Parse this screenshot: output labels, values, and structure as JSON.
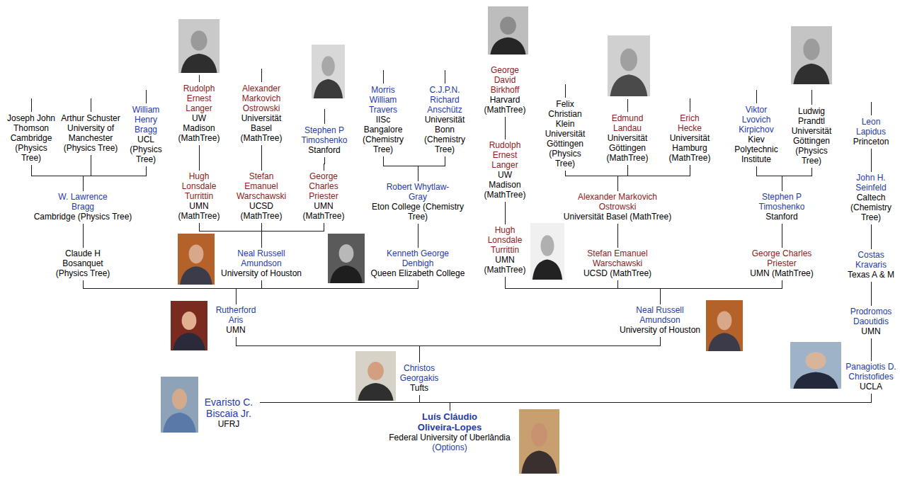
{
  "diagram": {
    "nodes": [
      {
        "text": [
          "Joseph John Thomson",
          "Cambridge (Physics Tree)"
        ]
      },
      {
        "text": [
          "Arthur Schuster",
          "University of Manchester (Physics Tree)"
        ]
      },
      {
        "text": [
          "William Henry Bragg",
          "UCL (Physics Tree)"
        ]
      },
      {
        "text": [
          "Rudolph Ernest Langer",
          "UW Madison (MathTree)"
        ]
      },
      {
        "text": [
          "Alexander Markovich Ostrowski",
          "Universität Basel (MathTree)"
        ]
      },
      {
        "text": [
          "Stephen P Timoshenko",
          "Stanford"
        ]
      },
      {
        "text": [
          "Morris William Travers",
          "IISc Bangalore (Chemistry Tree)"
        ]
      },
      {
        "text": [
          "C.J.P.N. Richard Anschütz",
          "Universität Bonn (Chemistry Tree)"
        ]
      },
      {
        "text": [
          "George David Birkhoff",
          "Harvard (MathTree)"
        ]
      },
      {
        "text": [
          "Felix Christian Klein",
          "Universität Göttingen (Physics Tree)"
        ]
      },
      {
        "text": [
          "Edmund Landau",
          "Universität Göttingen (MathTree)"
        ]
      },
      {
        "text": [
          "Erich Hecke",
          "Universität Hamburg (MathTree)"
        ]
      },
      {
        "text": [
          "Viktor Lvovich Kirpichov",
          "Kiev Polytechnic Institute"
        ]
      },
      {
        "text": [
          "Ludwig Prandtl",
          "Universität Göttingen (Physics Tree)"
        ]
      },
      {
        "text": [
          "Leon Lapidus",
          "Princeton"
        ]
      },
      {
        "text": [
          "W. Lawrence Bragg",
          "Cambridge (Physics Tree)"
        ]
      },
      {
        "text": [
          "Hugh Lonsdale Turrittin",
          "UMN (MathTree)"
        ]
      },
      {
        "text": [
          "Stefan Emanuel Warschawski",
          "UCSD (MathTree)"
        ]
      },
      {
        "text": [
          "George Charles Priester",
          "UMN (MathTree)"
        ]
      },
      {
        "text": [
          "Robert Whytlaw-Gray",
          "Eton College (Chemistry Tree)"
        ]
      },
      {
        "text": [
          "Rudolph Ernest Langer",
          "UW Madison (MathTree)"
        ]
      },
      {
        "text": [
          "Alexander Markovich Ostrowski",
          "Universität Basel (MathTree)"
        ]
      },
      {
        "text": [
          "Stephen P Timoshenko",
          "Stanford"
        ]
      },
      {
        "text": [
          "John H. Seinfeld",
          "Caltech (Chemistry Tree)"
        ]
      },
      {
        "text": [
          "Claude H Bosanquet",
          "(Physics Tree)"
        ]
      },
      {
        "text": [
          "Neal Russell Amundson",
          "University of Houston"
        ]
      },
      {
        "text": [
          "Kenneth George Denbigh",
          "Queen Elizabeth College"
        ]
      },
      {
        "text": [
          "Hugh Lonsdale Turrittin",
          "UMN (MathTree)"
        ]
      },
      {
        "text": [
          "Stefan Emanuel Warschawski",
          "UCSD (MathTree)"
        ]
      },
      {
        "text": [
          "George Charles Priester",
          "UMN (MathTree)"
        ]
      },
      {
        "text": [
          "Costas Kravaris",
          "Texas A & M"
        ]
      },
      {
        "text": [
          "Rutherford Aris",
          "UMN"
        ]
      },
      {
        "text": [
          "Neal Russell Amundson",
          "University of Houston"
        ]
      },
      {
        "text": [
          "Prodromos Daoutidis",
          "UMN"
        ]
      },
      {
        "text": [
          "Christos Georgakis",
          "Tufts"
        ]
      },
      {
        "text": [
          "Panagiotis D. Christofides",
          "UCLA"
        ]
      },
      {
        "text": [
          "Evaristo C. Biscaia Jr.",
          "UFRJ"
        ]
      },
      {
        "text": [
          "Luís Cláudio Oliveira-Lopes",
          "Federal University of Uberlândia",
          "(Options)"
        ]
      }
    ],
    "edges": [
      {
        "from": 0,
        "to": 15,
        "arrow": "none"
      },
      {
        "from": 1,
        "to": 15,
        "arrow": "none"
      },
      {
        "from": 2,
        "to": 15,
        "arrow": "none"
      },
      {
        "from": 15,
        "to": 24,
        "arrow": "none"
      },
      {
        "from": 3,
        "to": 16,
        "arrow": "none"
      },
      {
        "from": 4,
        "to": 17,
        "arrow": "none"
      },
      {
        "from": 5,
        "to": 18,
        "arrow": "none"
      },
      {
        "from": 16,
        "to": 25,
        "arrow": "none"
      },
      {
        "from": 17,
        "to": 25,
        "arrow": "none"
      },
      {
        "from": 18,
        "to": 25,
        "arrow": "none"
      },
      {
        "from": 6,
        "to": 19,
        "arrow": "none"
      },
      {
        "from": 7,
        "to": 19,
        "arrow": "none"
      },
      {
        "from": 19,
        "to": 26,
        "arrow": "none"
      },
      {
        "from": 8,
        "to": 20,
        "arrow": "none"
      },
      {
        "from": 20,
        "to": 27,
        "arrow": "none"
      },
      {
        "from": 9,
        "to": 21,
        "arrow": "none"
      },
      {
        "from": 10,
        "to": 21,
        "arrow": "none"
      },
      {
        "from": 11,
        "to": 21,
        "arrow": "none"
      },
      {
        "from": 21,
        "to": 28,
        "arrow": "none"
      },
      {
        "from": 12,
        "to": 22,
        "arrow": "none"
      },
      {
        "from": 13,
        "to": 22,
        "arrow": "none"
      },
      {
        "from": 22,
        "to": 29,
        "arrow": "none"
      },
      {
        "from": 14,
        "to": 23,
        "arrow": "none"
      },
      {
        "from": 23,
        "to": 30,
        "arrow": "none"
      },
      {
        "from": 30,
        "to": 33,
        "arrow": "none"
      },
      {
        "from": 33,
        "to": 35,
        "arrow": "none"
      },
      {
        "from": 24,
        "to": 31,
        "arrow": "none"
      },
      {
        "from": 25,
        "to": 31,
        "arrow": "none"
      },
      {
        "from": 26,
        "to": 31,
        "arrow": "none"
      },
      {
        "from": 27,
        "to": 32,
        "arrow": "none"
      },
      {
        "from": 28,
        "to": 32,
        "arrow": "none"
      },
      {
        "from": 29,
        "to": 32,
        "arrow": "none"
      },
      {
        "from": 31,
        "to": 34,
        "arrow": "none"
      },
      {
        "from": 32,
        "to": 34,
        "arrow": "none"
      },
      {
        "from": 34,
        "to": 37,
        "arrow": "none"
      },
      {
        "from": 35,
        "to": 37,
        "arrow": "none"
      },
      {
        "from": 36,
        "to": 37,
        "arrow": "none"
      }
    ]
  }
}
